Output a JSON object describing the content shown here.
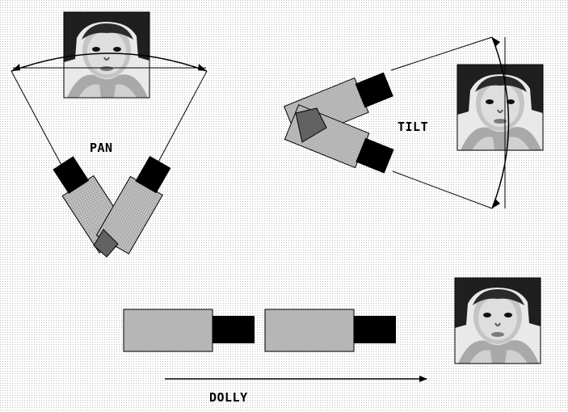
{
  "diagram": {
    "labels": {
      "pan": "PAN",
      "tilt": "TILT",
      "dolly": "DOLLY"
    }
  },
  "colors": {
    "background_dot": "#b9b9b9",
    "camera_body": "#bdbdbd",
    "camera_overlap": "#6f6f6f",
    "lens": "#000000",
    "line": "#000000"
  },
  "icons": {
    "subject_photo": "child-portrait-photo",
    "camera": "video-camera-icon",
    "arrow": "arrow-icon"
  }
}
